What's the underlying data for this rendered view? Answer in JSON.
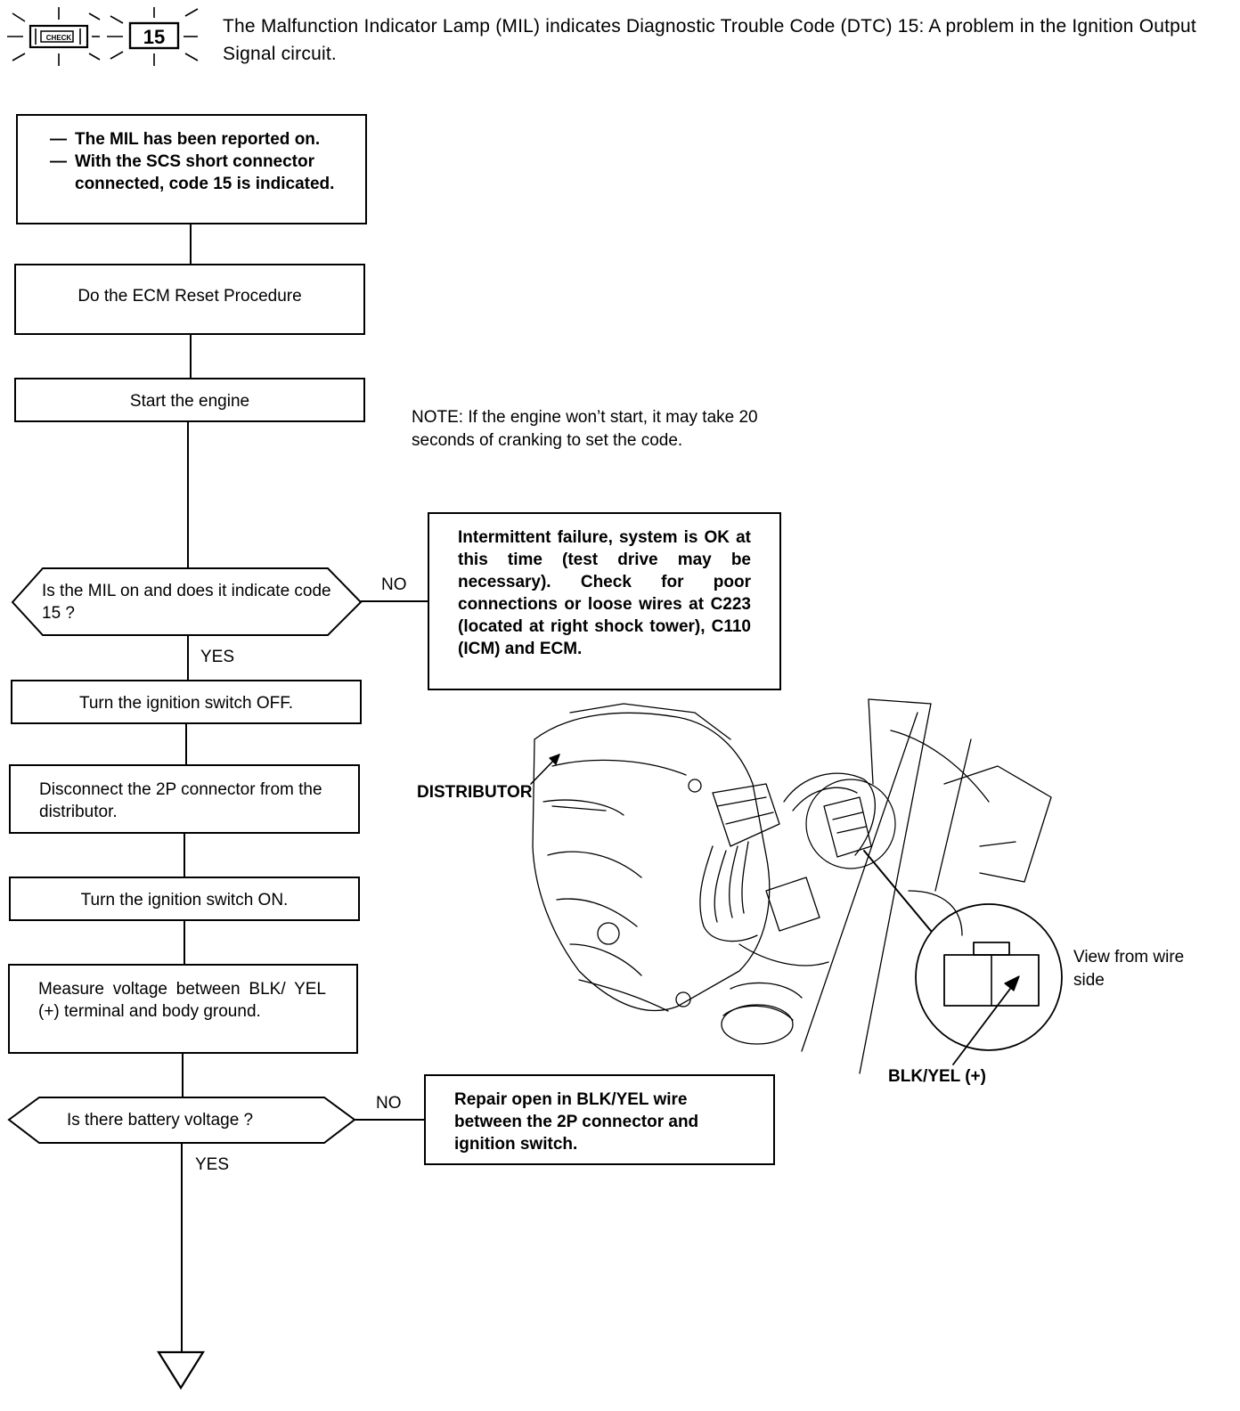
{
  "header": {
    "icon_check_label": "CHECK",
    "icon_code": "15",
    "text": "The Malfunction Indicator Lamp (MIL) indicates Diagnostic Trouble Code (DTC) 15: A problem in the Ignition Output Signal circuit."
  },
  "flow": {
    "step1_lines": [
      "The MIL has been reported on.",
      "With the SCS short connector connected, code 15 is indicated."
    ],
    "step2": "Do the ECM Reset Procedure",
    "step3": "Start the engine",
    "note": "NOTE: If the engine won’t start, it may take 20 seconds of cranking to set the code.",
    "decision1": "Is the MIL on and does it indicate code 15 ?",
    "decision1_no": "NO",
    "decision1_yes": "YES",
    "result1": "Intermittent failure, system is OK at this time (test drive may be necessary). Check for poor connections or loose wires at C223 (located at right shock tower), C110 (ICM) and ECM.",
    "step4": "Turn the ignition switch OFF.",
    "step5": "Disconnect the 2P connector from the distributor.",
    "step6": "Turn the ignition switch ON.",
    "step7": "Measure voltage between BLK/ YEL (+) terminal and body ground.",
    "decision2": "Is there battery voltage ?",
    "decision2_no": "NO",
    "decision2_yes": "YES",
    "result2": "Repair open in BLK/YEL wire between the 2P connector and ignition switch."
  },
  "illustration": {
    "distributor_label": "DISTRIBUTOR",
    "view_label": "View from wire side",
    "terminal_label": "BLK/YEL (+)"
  }
}
